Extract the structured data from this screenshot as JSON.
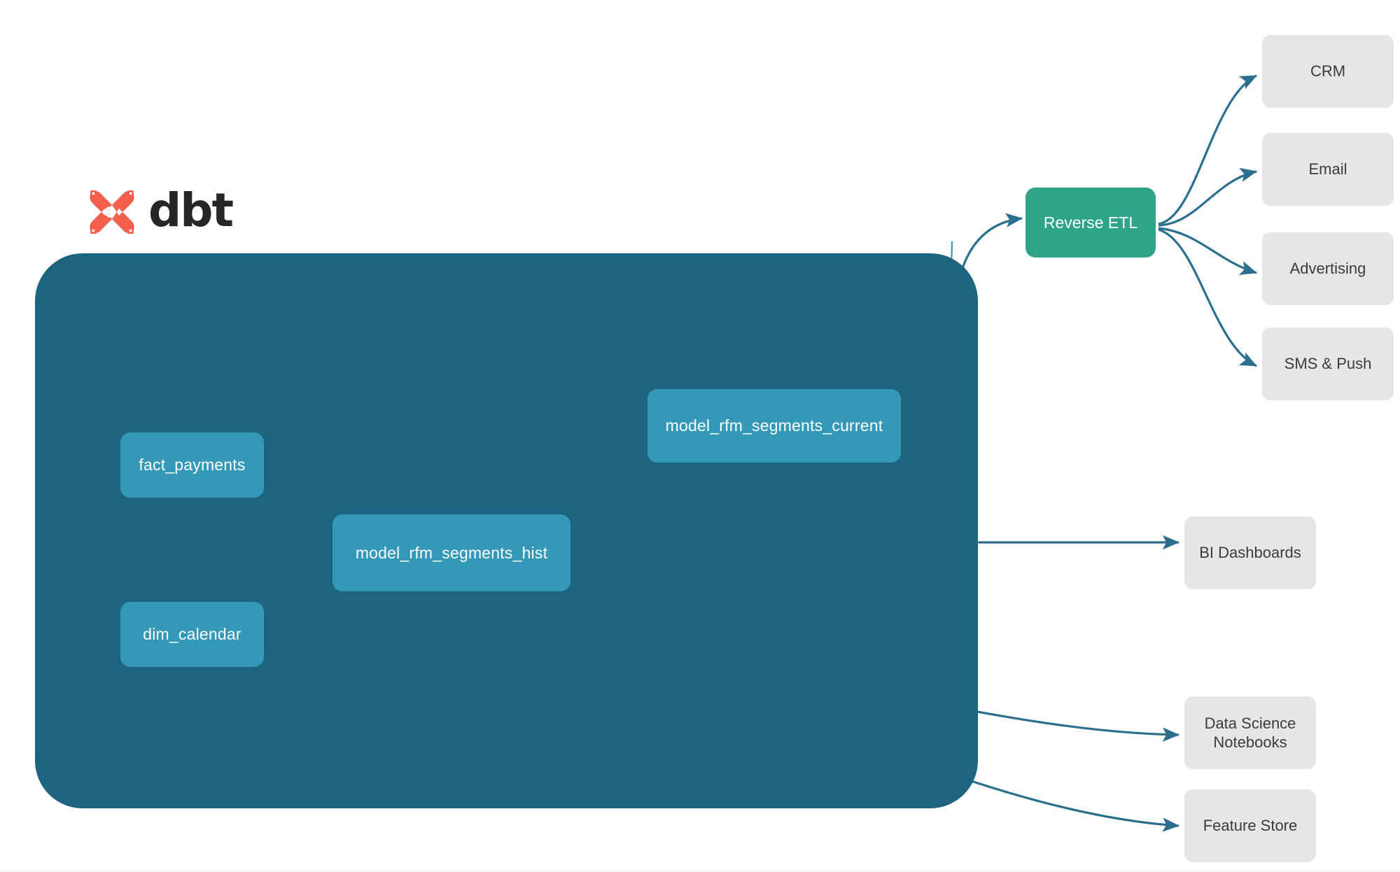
{
  "brand": {
    "logo_icon": "dbt-x-logo-icon",
    "wordmark": "dbt",
    "logo_color": "#F4604C",
    "wordmark_color": "#262626"
  },
  "colors": {
    "warehouse_container": "#1d6480",
    "model_node": "#3498b8",
    "reverse_etl_node": "#2da586",
    "destination_node": "#e6e6e6",
    "external_edge": "#2a6f8e",
    "internal_edge": "#3d93ae",
    "canvas_background": "#ffffff"
  },
  "warehouse": {
    "name": "dbt-warehouse-container",
    "models": [
      {
        "id": "fact_payments",
        "label": "fact_payments"
      },
      {
        "id": "dim_calendar",
        "label": "dim_calendar"
      },
      {
        "id": "model_rfm_segments_hist",
        "label": "model_rfm_segments_hist"
      },
      {
        "id": "model_rfm_segments_current",
        "label": "model_rfm_segments_current"
      }
    ]
  },
  "activation": {
    "reverse_etl": {
      "id": "reverse_etl",
      "label": "Reverse ETL"
    },
    "destinations": [
      {
        "id": "crm",
        "label": "CRM"
      },
      {
        "id": "email",
        "label": "Email"
      },
      {
        "id": "advertising",
        "label": "Advertising"
      },
      {
        "id": "sms_push",
        "label": "SMS & Push"
      }
    ]
  },
  "analytics": {
    "consumers": [
      {
        "id": "bi_dashboards",
        "label": "BI Dashboards"
      },
      {
        "id": "data_science_notebooks",
        "label": "Data Science Notebooks"
      },
      {
        "id": "feature_store",
        "label": "Feature Store"
      }
    ]
  },
  "edges": [
    {
      "from": "fact_payments",
      "to": "model_rfm_segments_hist"
    },
    {
      "from": "dim_calendar",
      "to": "model_rfm_segments_hist"
    },
    {
      "from": "model_rfm_segments_hist",
      "to": "model_rfm_segments_current"
    },
    {
      "from": "model_rfm_segments_current",
      "to": "reverse_etl"
    },
    {
      "from": "reverse_etl",
      "to": "crm"
    },
    {
      "from": "reverse_etl",
      "to": "email"
    },
    {
      "from": "reverse_etl",
      "to": "advertising"
    },
    {
      "from": "reverse_etl",
      "to": "sms_push"
    },
    {
      "from": "model_rfm_segments_hist",
      "to": "bi_dashboards"
    },
    {
      "from": "model_rfm_segments_hist",
      "to": "data_science_notebooks"
    },
    {
      "from": "model_rfm_segments_hist",
      "to": "feature_store"
    }
  ]
}
